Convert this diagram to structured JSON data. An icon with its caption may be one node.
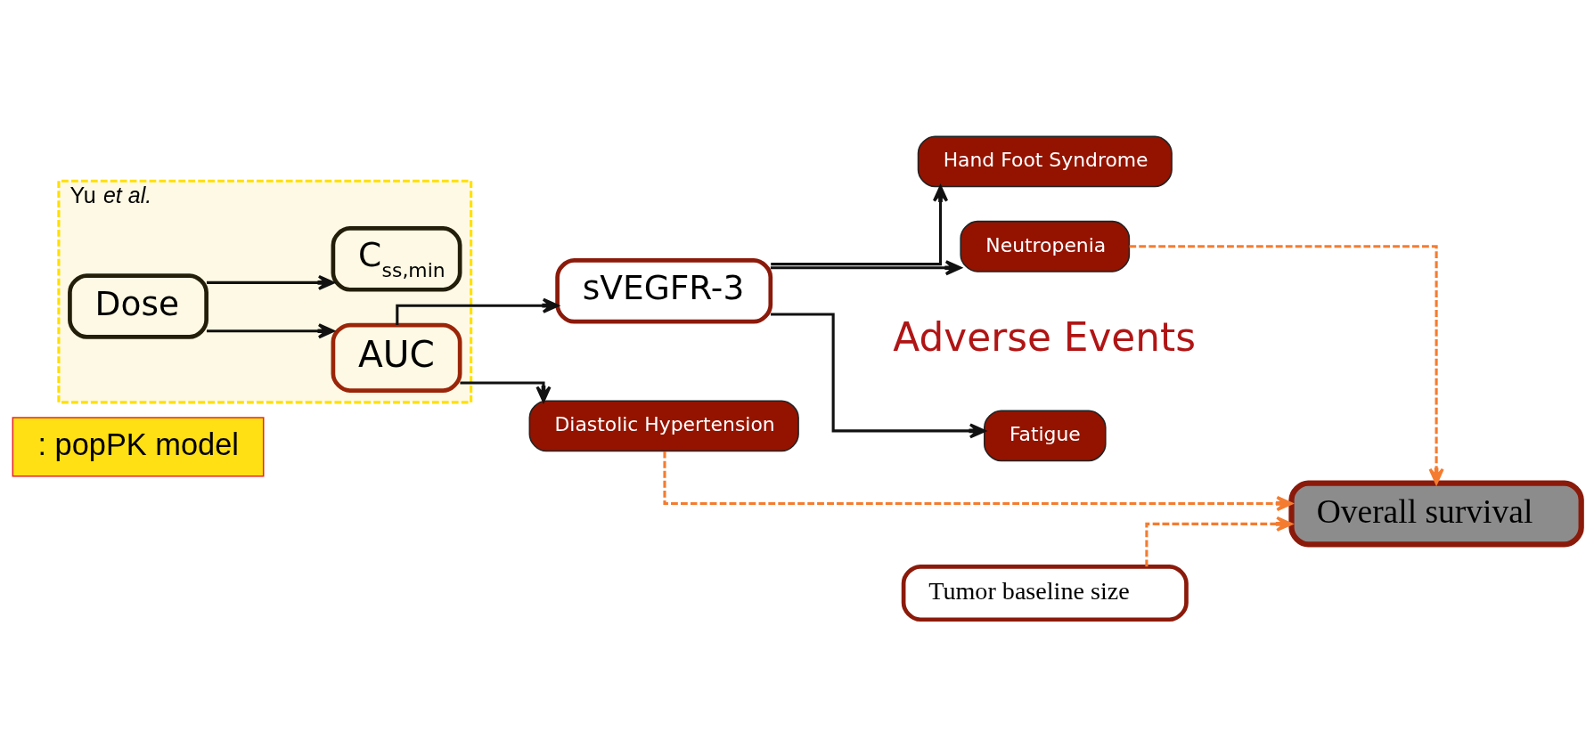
{
  "diagram": {
    "nodes": [
      {
        "text": [
          ": popPK model"
        ]
      },
      {
        "text": [
          "Yu *et al.*"
        ]
      },
      {
        "text": [
          "Dose"
        ],
        "in": 1
      },
      {
        "text": [
          "AUC"
        ],
        "in": 1
      },
      {
        "text": [
          "C$_{ss,min}$"
        ],
        "in": 1
      },
      {
        "text": [
          "sVEGFR-3"
        ]
      },
      {
        "text": [
          "Fatigue"
        ]
      },
      {
        "text": [
          "Hand Foot Syndrome"
        ]
      },
      {
        "text": [
          "Neutropenia"
        ]
      },
      {
        "text": [
          "Diastolic Hypertension"
        ]
      },
      {
        "text": [
          "Tumor baseline size"
        ]
      },
      {
        "text": [
          "Overall survival"
        ]
      }
    ],
    "edges": [
      {
        "from": 2,
        "to": 3,
        "arrow": "to"
      },
      {
        "from": 2,
        "to": 4,
        "arrow": "to"
      },
      {
        "from": 3,
        "to": 5,
        "arrow": "to"
      },
      {
        "from": 3,
        "to": 9,
        "arrow": "to"
      },
      {
        "from": 5,
        "to": 6,
        "arrow": "to"
      },
      {
        "from": 5,
        "to": 7,
        "arrow": "to"
      },
      {
        "from": 5,
        "to": 8,
        "arrow": "to"
      },
      {
        "from": 8,
        "to": 11,
        "arrow": "to",
        "style": "dashed",
        "color": "#f47c30"
      },
      {
        "from": 9,
        "to": 11,
        "arrow": "to",
        "style": "dashed",
        "color": "#f47c30"
      },
      {
        "from": 10,
        "to": 11,
        "arrow": "to",
        "style": "dashed",
        "color": "#f47c30"
      }
    ],
    "labels": [
      "Adverse Events"
    ]
  }
}
